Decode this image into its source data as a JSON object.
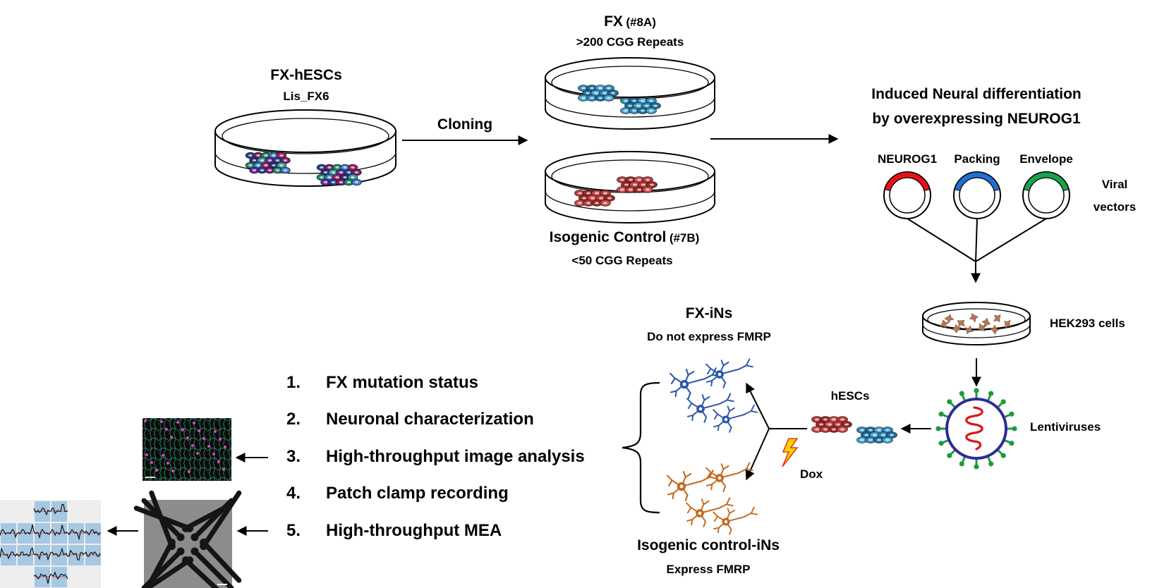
{
  "hescs_dish": {
    "title": "FX-hESCs",
    "subtitle": "Lis_FX6"
  },
  "cloning": {
    "label": "Cloning"
  },
  "fx_clone": {
    "title": "FX",
    "code": "(#8A)",
    "repeats": ">200 CGG Repeats"
  },
  "control_clone": {
    "title": "Isogenic Control",
    "code": "(#7B)",
    "repeats": "<50 CGG Repeats"
  },
  "induction": {
    "line1": "Induced Neural differentiation",
    "line2": "by overexpressing NEUROG1"
  },
  "vectors": {
    "items": [
      {
        "label": "NEUROG1",
        "color": "#e8111a"
      },
      {
        "label": "Packing",
        "color": "#1f6fd1"
      },
      {
        "label": "Envelope",
        "color": "#19a34a"
      }
    ],
    "group_label_1": "Viral",
    "group_label_2": "vectors"
  },
  "hek": {
    "label": "HEK293 cells"
  },
  "lenti": {
    "label": "Lentiviruses"
  },
  "hescs_small": {
    "label": "hESCs"
  },
  "dox": {
    "label": "Dox"
  },
  "fx_ins": {
    "title": "FX-iNs",
    "subtitle": "Do not express FMRP",
    "color": "#2c56a6"
  },
  "control_ins": {
    "title": "Isogenic control-iNs",
    "subtitle": "Express FMRP",
    "color": "#c46a1d"
  },
  "assays": [
    {
      "num": "1.",
      "text": "FX mutation status"
    },
    {
      "num": "2.",
      "text": "Neuronal characterization"
    },
    {
      "num": "3.",
      "text": "High-throughput image analysis"
    },
    {
      "num": "4.",
      "text": "Patch clamp recording"
    },
    {
      "num": "5.",
      "text": "High-throughput MEA"
    }
  ]
}
